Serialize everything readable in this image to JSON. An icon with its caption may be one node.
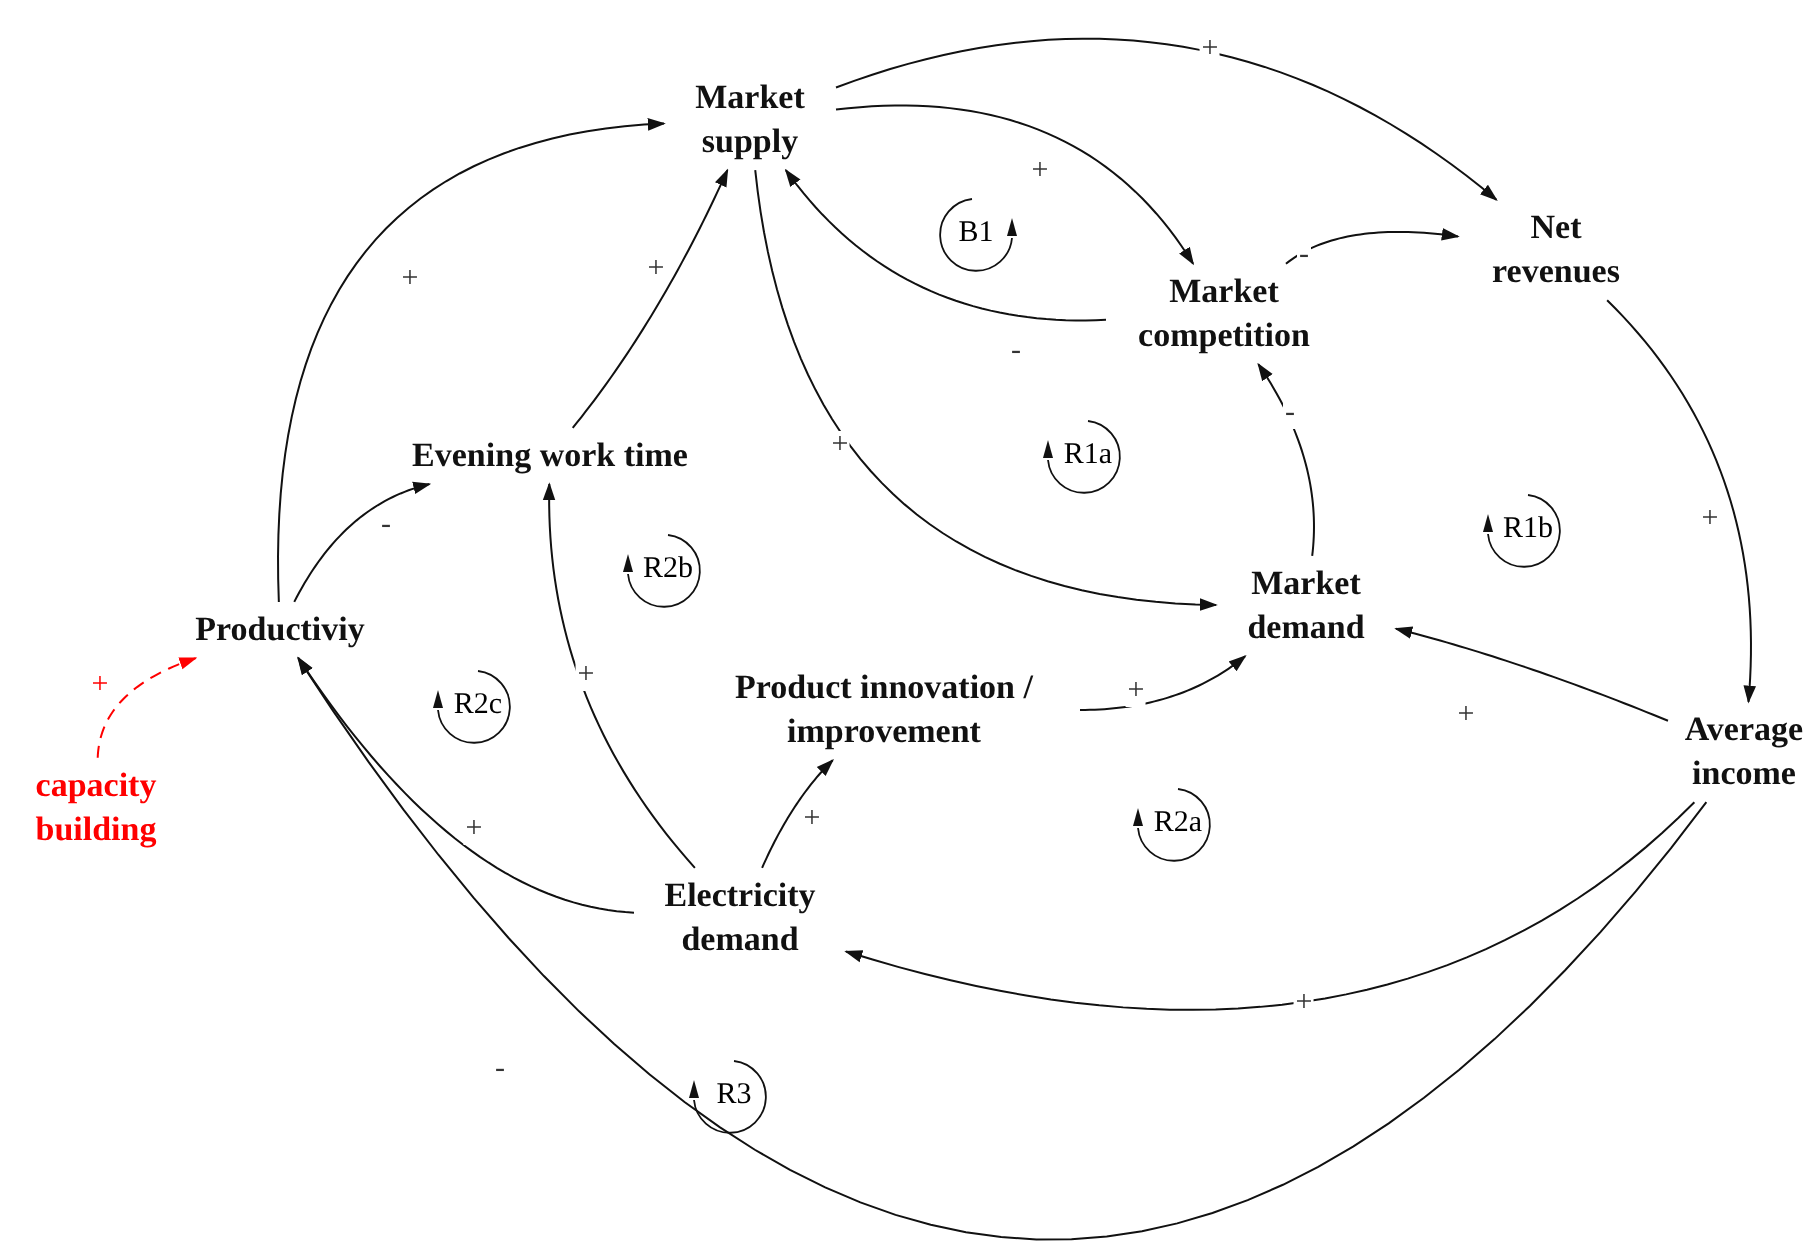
{
  "diagram": {
    "nodes": [
      {
        "text": [
          "Market supply"
        ]
      },
      {
        "text": [
          "Net revenues"
        ]
      },
      {
        "text": [
          "Market competition"
        ]
      },
      {
        "text": [
          "Evening work time"
        ]
      },
      {
        "text": [
          "Productiviy"
        ]
      },
      {
        "text": [
          "Market demand"
        ]
      },
      {
        "text": [
          "Product innovation / improvement"
        ]
      },
      {
        "text": [
          "Average income"
        ]
      },
      {
        "text": [
          "Electricity demand"
        ]
      },
      {
        "text": [
          "capacity building"
        ]
      }
    ],
    "edges": [
      {
        "from": 0,
        "to": 1,
        "arrow": "to",
        "label": "+"
      },
      {
        "from": 0,
        "to": 2,
        "arrow": "to",
        "label": "+"
      },
      {
        "from": 2,
        "to": 0,
        "arrow": "to",
        "label": "-"
      },
      {
        "from": 2,
        "to": 1,
        "arrow": "to",
        "label": "-"
      },
      {
        "from": 0,
        "to": 5,
        "arrow": "to",
        "label": "+"
      },
      {
        "from": 5,
        "to": 2,
        "arrow": "to",
        "label": "-"
      },
      {
        "from": 1,
        "to": 7,
        "arrow": "to",
        "label": "+"
      },
      {
        "from": 7,
        "to": 5,
        "arrow": "to",
        "label": "+"
      },
      {
        "from": 7,
        "to": 8,
        "arrow": "to",
        "label": "+"
      },
      {
        "from": 7,
        "to": 4,
        "arrow": "to",
        "label": "-"
      },
      {
        "from": 4,
        "to": 0,
        "arrow": "to",
        "label": "+"
      },
      {
        "from": 4,
        "to": 3,
        "arrow": "to",
        "label": "-"
      },
      {
        "from": 3,
        "to": 0,
        "arrow": "to",
        "label": "+"
      },
      {
        "from": 8,
        "to": 3,
        "arrow": "to",
        "label": "+"
      },
      {
        "from": 8,
        "to": 6,
        "arrow": "to",
        "label": "+"
      },
      {
        "from": 8,
        "to": 4,
        "arrow": "to",
        "label": "+"
      },
      {
        "from": 6,
        "to": 5,
        "arrow": "to",
        "label": "+"
      },
      {
        "from": 9,
        "to": 4,
        "arrow": "to",
        "label": "+",
        "style": "dashed",
        "color": "#ff0000"
      }
    ],
    "labels": [
      "B1",
      "R1a",
      "R1b",
      "R2b",
      "R2c",
      "R2a",
      "R3"
    ]
  }
}
